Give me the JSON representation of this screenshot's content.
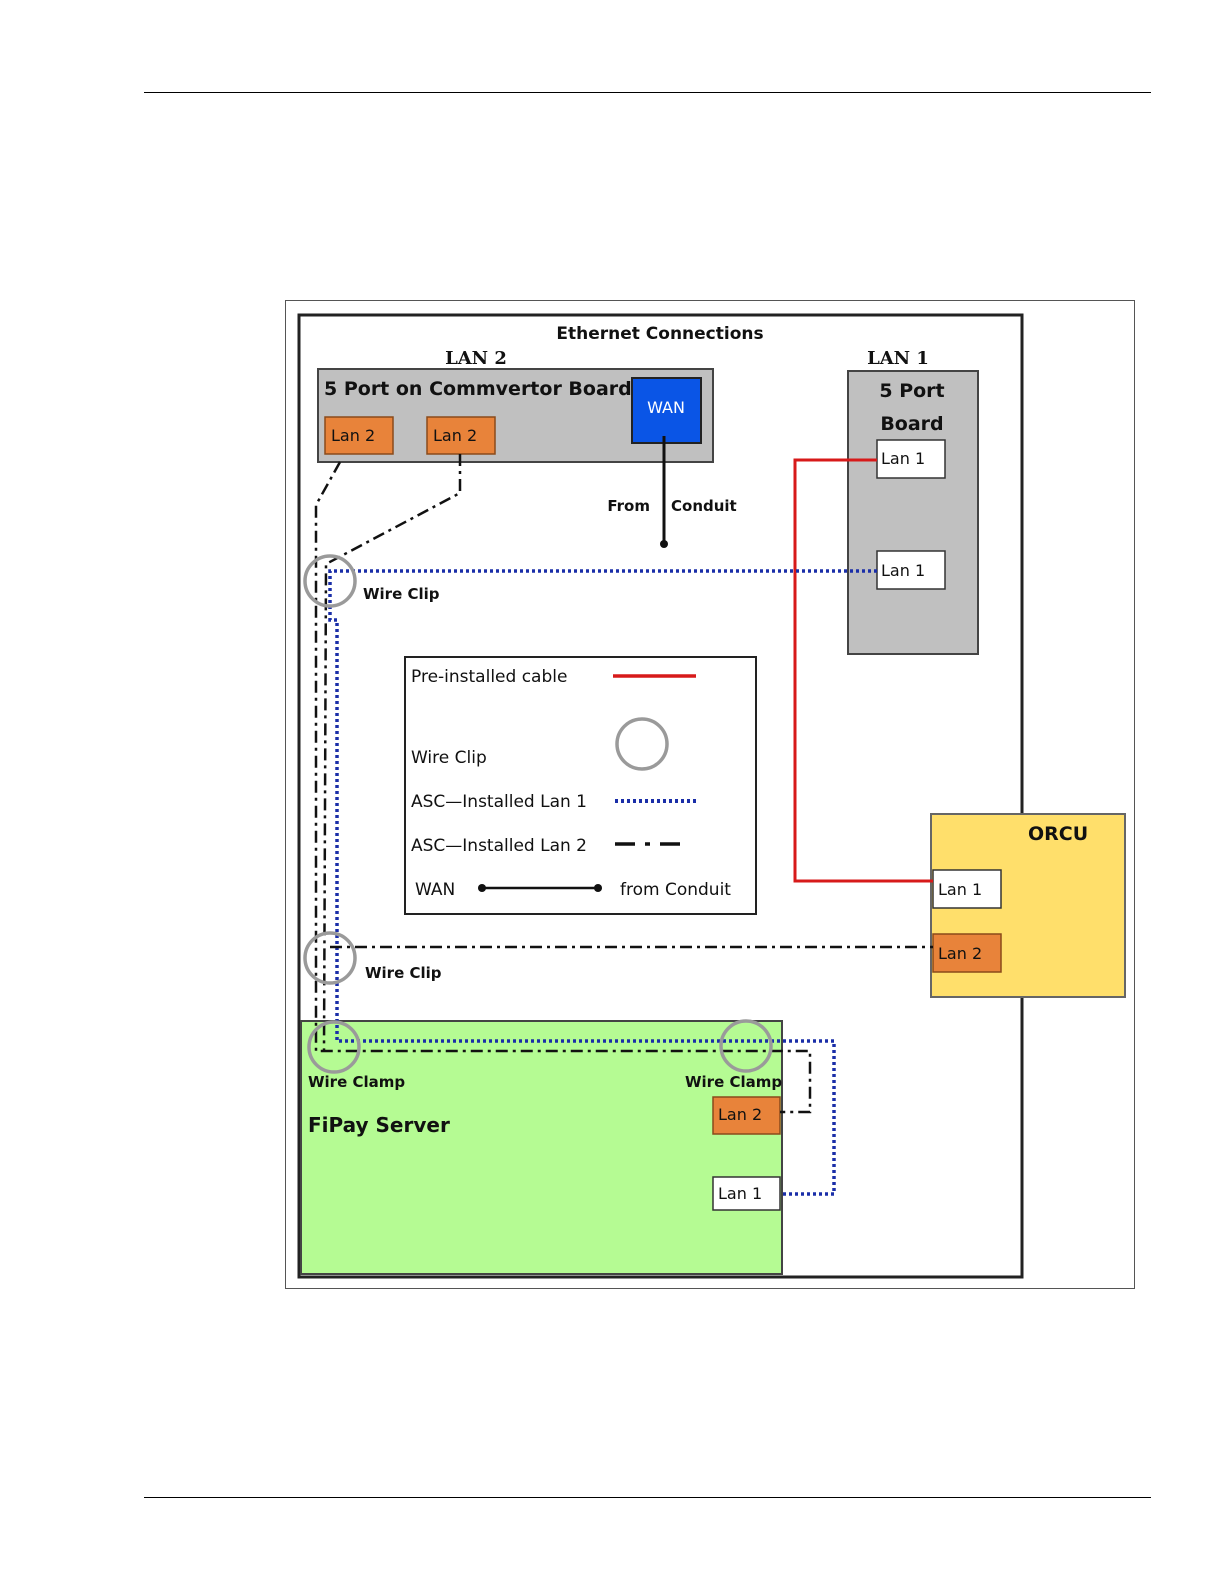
{
  "diagram": {
    "title": "Ethernet Connections",
    "group_labels": {
      "lan2": "LAN 2",
      "lan1": "LAN 1"
    },
    "commvertor": {
      "label": "5 Port on Commvertor Board",
      "wan": "WAN",
      "ports": [
        "Lan 2",
        "Lan 2"
      ]
    },
    "five_port": {
      "label_line1": "5 Port",
      "label_line2": "Board",
      "ports": [
        "Lan 1",
        "Lan 1"
      ]
    },
    "from_conduit": {
      "left": "From",
      "right": "Conduit"
    },
    "orcu": {
      "label": "ORCU",
      "ports": [
        "Lan 1",
        "Lan 2"
      ]
    },
    "fipay": {
      "label": "FiPay Server",
      "ports": [
        "Lan 2",
        "Lan 1"
      ]
    },
    "clips": [
      "Wire Clip",
      "Wire Clip"
    ],
    "clamps": [
      "Wire Clamp",
      "Wire Clamp"
    ],
    "legend": {
      "preinstalled": "Pre-installed cable",
      "wire_clip": "Wire Clip",
      "lan1": "ASC—Installed Lan 1",
      "lan2": "ASC—Installed Lan 2",
      "wan": "WAN",
      "from_conduit": "from Conduit"
    },
    "colors": {
      "preinstalled": "#d71a1a",
      "lan1": "#1a2ea8",
      "lan2": "#111111",
      "commvertor_fill": "#c0c0c0",
      "orange_port": "#e8833a",
      "wan_fill": "#0a55e6",
      "orcu_fill": "#ffdf6b",
      "fipay_fill": "#b5fb93",
      "clip": "#9a9a9a"
    }
  }
}
